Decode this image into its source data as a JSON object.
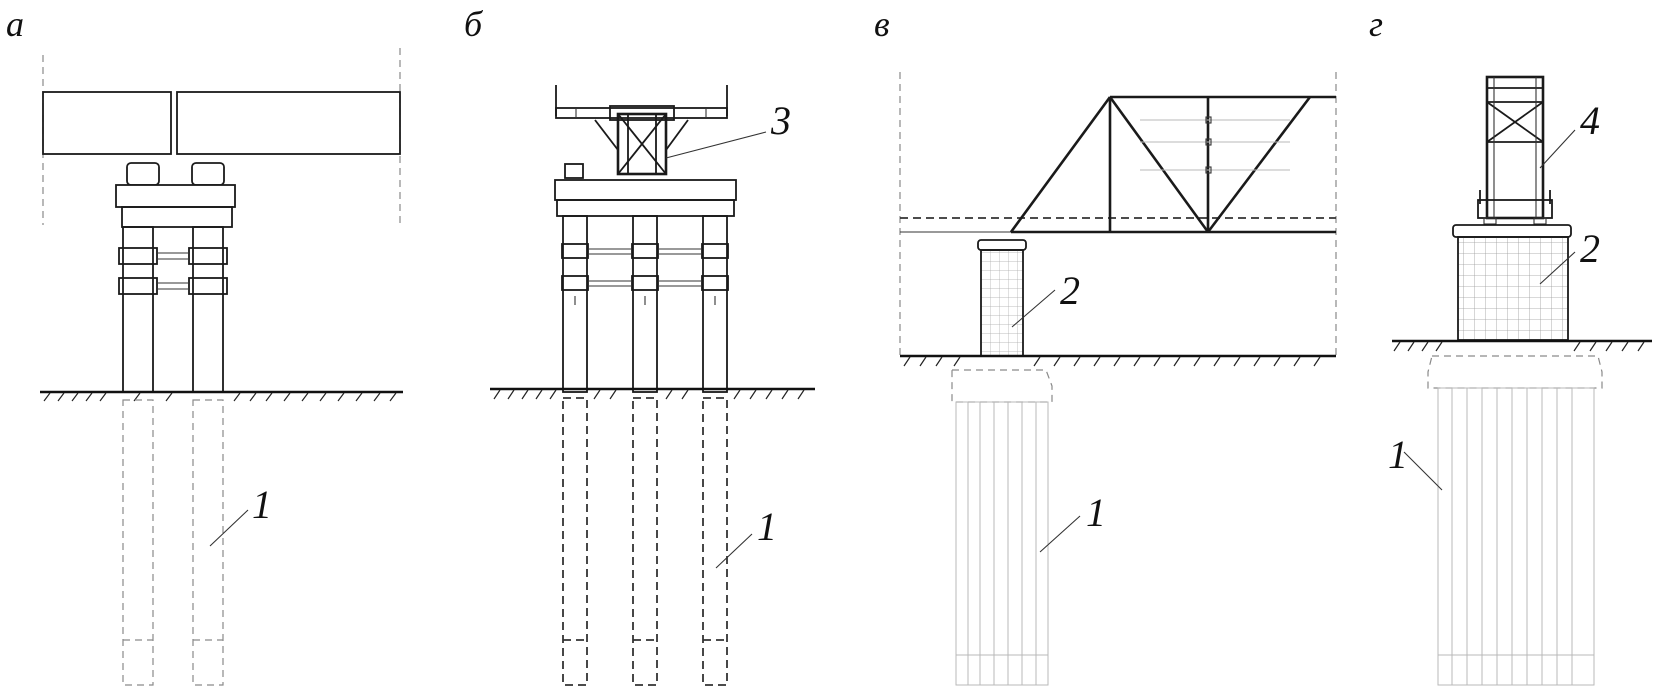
{
  "panels": [
    {
      "id": "a",
      "label": "а"
    },
    {
      "id": "b",
      "label": "б"
    },
    {
      "id": "v",
      "label": "в"
    },
    {
      "id": "g",
      "label": "г"
    }
  ],
  "callouts": {
    "piles_a": "1",
    "piles_b": "1",
    "piles_v": "1",
    "piles_g": "1",
    "support_v": "2",
    "support_g": "2",
    "frame_b": "3",
    "frame_g": "4"
  }
}
